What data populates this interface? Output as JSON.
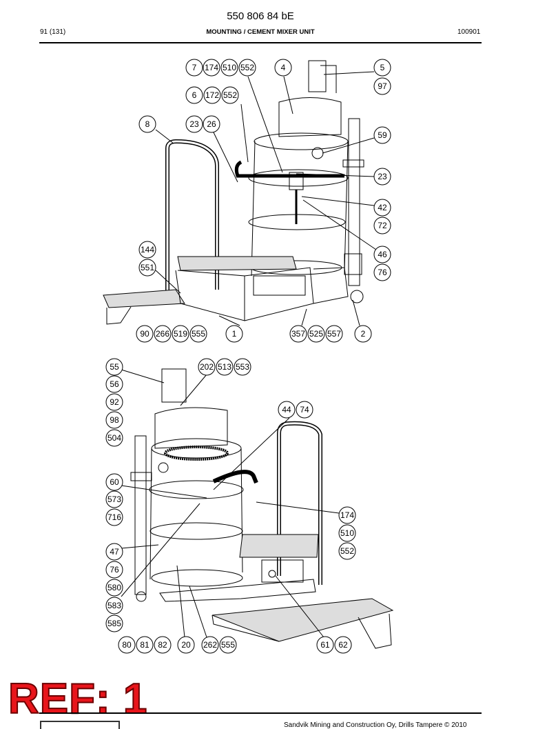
{
  "header": {
    "doc_number": "550 806 84 bE",
    "page": "91 (131)",
    "title": "MOUNTING / CEMENT MIXER UNIT",
    "date_code": "100901"
  },
  "stamp": "REF: 1",
  "footer": {
    "copyright": "Sandvik Mining and Construction Oy, Drills Tampere © 2010"
  },
  "callouts": [
    "7",
    "174",
    "510",
    "552",
    "4",
    "5",
    "97",
    "6",
    "172",
    "552",
    "8",
    "23",
    "26",
    "59",
    "23",
    "42",
    "72",
    "46",
    "76",
    "144",
    "551",
    "90",
    "266",
    "519",
    "555",
    "1",
    "357",
    "525",
    "557",
    "2",
    "55",
    "202",
    "513",
    "553",
    "56",
    "92",
    "98",
    "504",
    "44",
    "74",
    "60",
    "573",
    "716",
    "174",
    "510",
    "552",
    "47",
    "76",
    "580",
    "583",
    "585",
    "80",
    "81",
    "82",
    "20",
    "262",
    "555",
    "61",
    "62"
  ]
}
